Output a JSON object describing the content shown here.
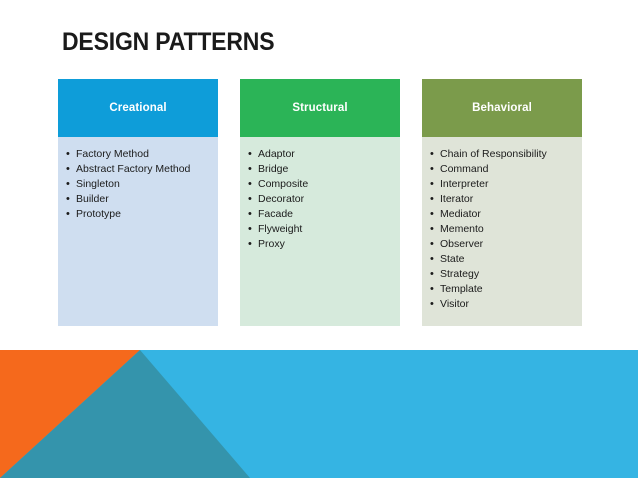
{
  "slide": {
    "title": "DESIGN PATTERNS",
    "background_color": "#FFFFFF"
  },
  "columns": [
    {
      "name": "creational",
      "header_label": "Creational",
      "header_color": "#0E9DD9",
      "body_color": "#CFDEF0",
      "items": [
        "Factory Method",
        "Abstract Factory Method",
        "Singleton",
        "Builder",
        "Prototype"
      ]
    },
    {
      "name": "structural",
      "header_label": "Structural",
      "header_color": "#2BB457",
      "body_color": "#D6EADC",
      "items": [
        "Adaptor",
        "Bridge",
        "Composite",
        "Decorator",
        "Facade",
        "Flyweight",
        "Proxy"
      ]
    },
    {
      "name": "behavioral",
      "header_label": "Behavioral",
      "header_color": "#7B9B4B",
      "body_color": "#DFE4D8",
      "items": [
        "Chain of Responsibility",
        "Command",
        "Interpreter",
        "Iterator",
        "Mediator",
        "Memento",
        "Observer",
        "State",
        "Strategy",
        "Template",
        "Visitor"
      ]
    }
  ],
  "bullet_glyph": "•",
  "banner": {
    "orange_color": "#F5691C",
    "teal_color": "#3494AC",
    "blue_color": "#35B4E3"
  }
}
